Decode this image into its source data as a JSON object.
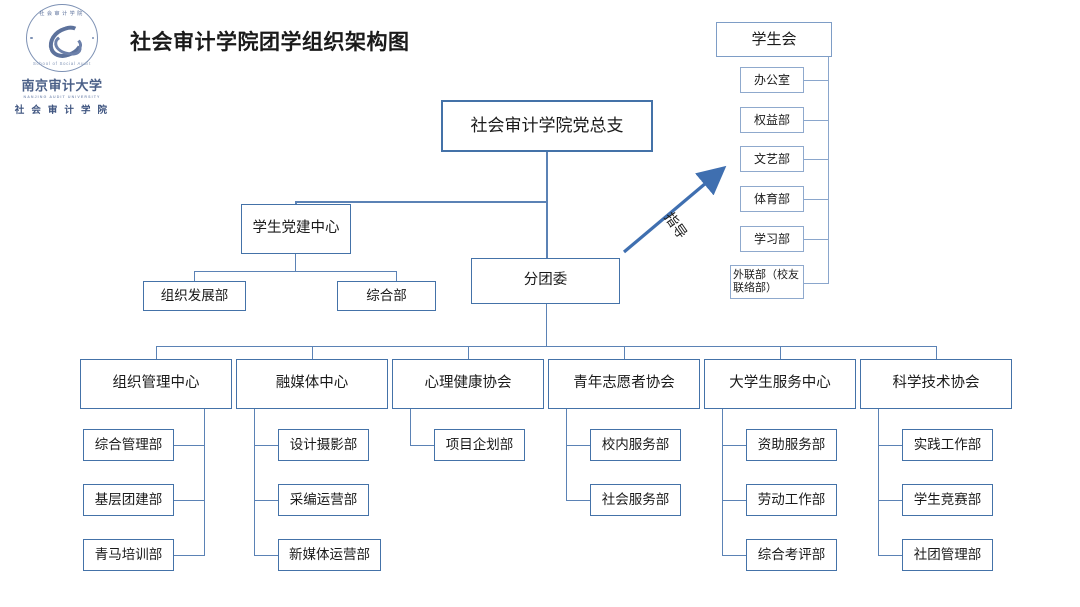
{
  "logo": {
    "seal_arc_top": "社会审计学院",
    "seal_arc_bottom": "School of Social Audit",
    "university_cn": "南京审计大学",
    "university_en": "NANJING AUDIT UNIVERSITY",
    "department_cn": "社 会 审 计 学 院"
  },
  "title": "社会审计学院团学组织架构图",
  "root": {
    "label": "社会审计学院党总支"
  },
  "party_center": {
    "label": "学生党建中心",
    "children": [
      {
        "label": "组织发展部"
      },
      {
        "label": "综合部"
      }
    ]
  },
  "youth_league": {
    "label": "分团委"
  },
  "relation_arrow": {
    "label": "指导"
  },
  "student_union": {
    "head": "学生会",
    "items": [
      {
        "label": "办公室"
      },
      {
        "label": "权益部"
      },
      {
        "label": "文艺部"
      },
      {
        "label": "体育部"
      },
      {
        "label": "学习部"
      },
      {
        "label": "外联部（校友联络部）"
      }
    ]
  },
  "centers": [
    {
      "label": "组织管理中心",
      "side": "left",
      "children": [
        {
          "label": "综合管理部"
        },
        {
          "label": "基层团建部"
        },
        {
          "label": "青马培训部"
        }
      ]
    },
    {
      "label": "融媒体中心",
      "side": "right",
      "children": [
        {
          "label": "设计摄影部"
        },
        {
          "label": "采编运营部"
        },
        {
          "label": "新媒体运营部"
        }
      ]
    },
    {
      "label": "心理健康协会",
      "side": "right",
      "children": [
        {
          "label": "项目企划部"
        }
      ]
    },
    {
      "label": "青年志愿者协会",
      "side": "right",
      "children": [
        {
          "label": "校内服务部"
        },
        {
          "label": "社会服务部"
        }
      ]
    },
    {
      "label": "大学生服务中心",
      "side": "right",
      "children": [
        {
          "label": "资助服务部"
        },
        {
          "label": "劳动工作部"
        },
        {
          "label": "综合考评部"
        }
      ]
    },
    {
      "label": "科学技术协会",
      "side": "right",
      "children": [
        {
          "label": "实践工作部"
        },
        {
          "label": "学生竞赛部"
        },
        {
          "label": "社团管理部"
        }
      ]
    }
  ],
  "colors": {
    "border_primary": "#4472a8",
    "border_light": "#8fa9cd",
    "connector": "#5b82b5",
    "logo_blue": "#4a5f87",
    "background": "#ffffff"
  }
}
